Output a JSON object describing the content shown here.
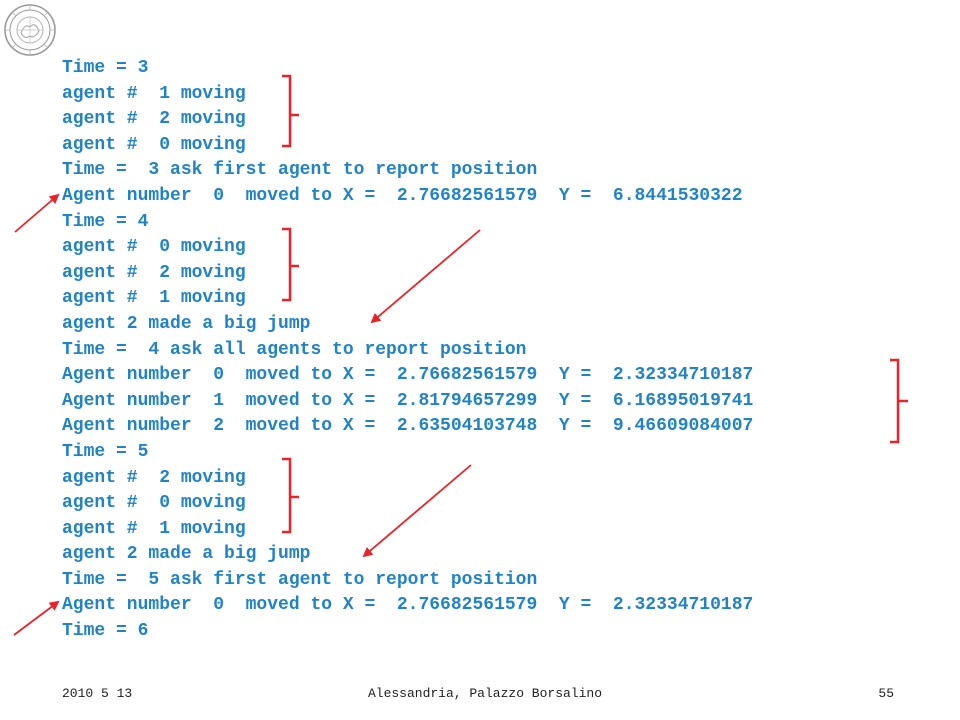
{
  "colors": {
    "text": "#2183c4",
    "annotation": "#e8232a",
    "footer": "#222222"
  },
  "logo": {
    "icon": "university-seal-icon"
  },
  "log_lines": [
    "Time = 3",
    "agent #  1 moving",
    "agent #  2 moving",
    "agent #  0 moving",
    "Time =  3 ask first agent to report position",
    "Agent number  0  moved to X =  2.76682561579  Y =  6.8441530322",
    "Time = 4",
    "agent #  0 moving",
    "agent #  2 moving",
    "agent #  1 moving",
    "agent 2 made a big jump",
    "Time =  4 ask all agents to report position",
    "Agent number  0  moved to X =  2.76682561579  Y =  2.32334710187",
    "Agent number  1  moved to X =  2.81794657299  Y =  6.16895019741",
    "Agent number  2  moved to X =  2.63504103748  Y =  9.46609084007",
    "Time = 5",
    "agent #  2 moving",
    "agent #  0 moving",
    "agent #  1 moving",
    "agent 2 made a big jump",
    "Time =  5 ask first agent to report position",
    "Agent number  0  moved to X =  2.76682561579  Y =  2.32334710187",
    "Time = 6"
  ],
  "footer": {
    "date": "2010 5 13",
    "place": "Alessandria, Palazzo Borsalino",
    "page": "55"
  }
}
